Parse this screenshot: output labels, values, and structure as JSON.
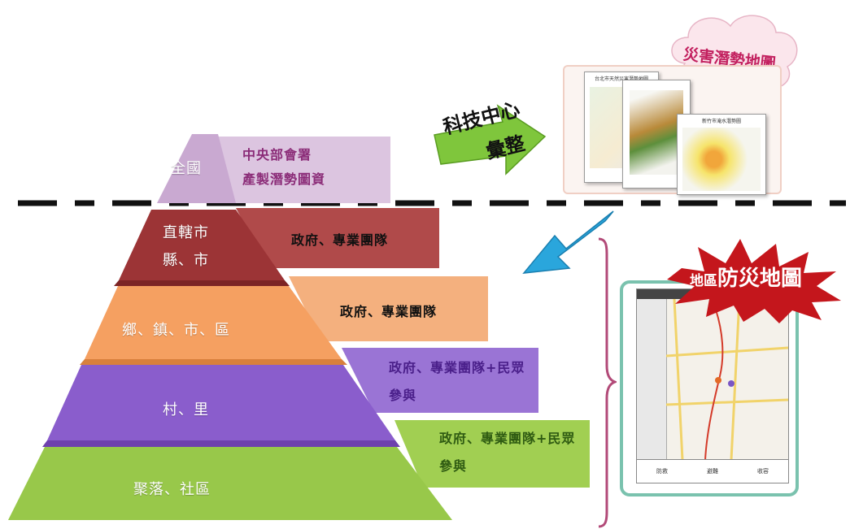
{
  "colors": {
    "purple_light": "#cbaed2",
    "red": "#a73b3d",
    "orange": "#f6a769",
    "violet": "#8d63cf",
    "green": "#96c545",
    "arrow_green": "#7ec63b",
    "arrow_blue": "#2aa6dc",
    "burst_red": "#c4161c",
    "bracket": "#b24a78",
    "frame_teal": "#7ac2ae"
  },
  "pyramid": {
    "levels": [
      {
        "label": "全國",
        "caption_lines": [
          "中央部會署",
          "產製潛勢圖資"
        ]
      },
      {
        "label_lines": [
          "直轄市",
          "縣、市"
        ],
        "caption": "政府、專業團隊"
      },
      {
        "label": "鄉、鎮、市、區",
        "caption": "政府、專業團隊"
      },
      {
        "label": "村、里",
        "caption": "政府、專業團隊+民眾參與"
      },
      {
        "label": "聚落、社區",
        "caption": "政府、專業團隊+民眾參與"
      }
    ]
  },
  "tech_arrow": {
    "line1": "科技中心",
    "line2": "彙整"
  },
  "cloud": {
    "text": "災害潛勢地圖"
  },
  "burst": {
    "prefix": "地區",
    "main": "防災地圖"
  },
  "maps": {
    "sheet1_title": "台北市天然災害潛勢地圖",
    "sheet3_title": "新竹市淹水潛勢圖"
  },
  "phone": {
    "title": "災害",
    "bottom_labels": [
      "防救",
      "避難",
      "收容"
    ]
  }
}
